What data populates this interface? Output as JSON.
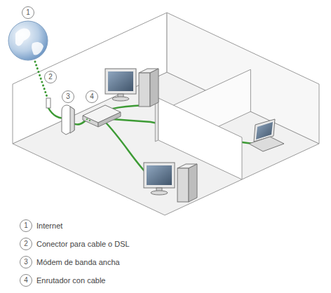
{
  "diagram": {
    "labels": [
      "1",
      "2",
      "3",
      "4",
      "1",
      "Internet",
      "2",
      "Conector para cable o DSL",
      "3",
      "Módem de banda ancha",
      "4",
      "Enrutador con cable"
    ]
  }
}
